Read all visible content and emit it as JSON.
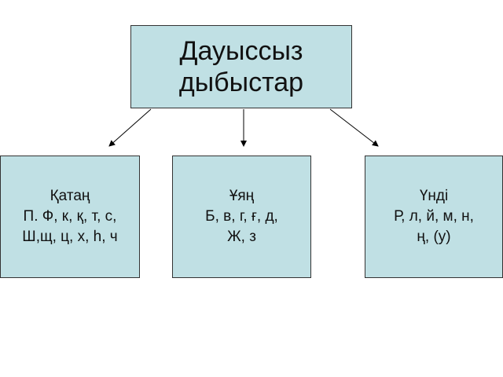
{
  "root": {
    "lines": [
      "Дауыссыз",
      "дыбыстар"
    ]
  },
  "children": [
    {
      "lines": [
        "Қатаң",
        "П. Ф, к, қ, т, с,",
        "Ш,щ, ц, х, һ, ч"
      ]
    },
    {
      "lines": [
        "Ұяң",
        "Б, в, г, ғ, д,",
        "Ж, з"
      ]
    },
    {
      "lines": [
        "Үнді",
        "Р, л, й, м, н,",
        "ң, (у)"
      ]
    }
  ],
  "colors": {
    "box_fill": "#c0e0e4",
    "box_border": "#333333",
    "arrow": "#000000"
  }
}
